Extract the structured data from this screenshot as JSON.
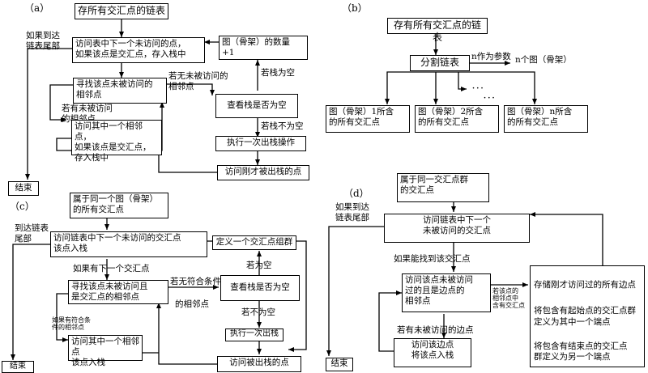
{
  "a": {
    "tag": "（a）",
    "start": "存所有交汇点的链表",
    "visit": "访问表中下一个未访问的点，\n如果该点是交汇点，存入栈中",
    "if_end": "如果到达\n链表尾部",
    "end": "结束",
    "find": "寻找该点未被访问的\n相邻点",
    "if_unvisited": "若有未被访问\n的相邻点",
    "visit_one": "访问其中一个相邻点，\n如果该点是交汇点，\n存入栈中",
    "if_no_unvisited": "若无未被访问的\n相邻点",
    "check_stack": "查看栈是否为空",
    "graph_count": "图（骨架）的数量\n+1",
    "if_empty": "若栈为空",
    "if_not_empty": "若栈不为空",
    "pop": "执行一次出栈操作",
    "visit_popped": "访问刚才被出栈的点"
  },
  "b": {
    "tag": "（b）",
    "top": "存有所有交汇点的链表",
    "split": "分割链表",
    "n_param": "n作为参数",
    "n_graphs": "n个图（骨架）",
    "dots": "．．．",
    "dots2": "．．．",
    "g1": "图（骨架）1所含\n的所有交汇点",
    "g2": "图（骨架）2所含\n的所有交汇点",
    "gn": "图（骨架）n所含\n的所有交汇点"
  },
  "c": {
    "tag": "（c）",
    "start": "属于同一个图（骨架）\n的所有交汇点",
    "if_end": "到达链表\n尾部",
    "end": "结束",
    "visit": "访问链表中下一个未访问的交汇点\n该点入栈",
    "define": "定义一个交汇点组群",
    "if_has_next": "如果有下一个交汇点",
    "find": "寻找该点未被访问且\n是交汇点的相邻点",
    "if_none": "若无符合条件",
    "adj": "的相邻点",
    "check": "查看栈是否为空",
    "if_empty": "若为空",
    "if_not_empty": "若不为空",
    "if_has": "如果有符合条\n件的相邻点",
    "visit_one": "访问其中一个相邻点\n该点入栈",
    "pop": "执行一次出栈",
    "visit_popped": "访问被出栈的点"
  },
  "d": {
    "tag": "（d）",
    "start": "属于同一交汇点群\n的交汇点",
    "if_end": "如果到达\n链表尾部",
    "end": "结束",
    "visit": "访问链表中下一个\n未被访问的交汇点",
    "if_found": "如果能找到该交汇点",
    "visit_edge": "访问该点未被访问\n过的且是边点的\n相邻点",
    "if_adj": "若该点的\n相邻点中\n含有交汇点",
    "if_unvisited": "若有未被访问的边点",
    "visit_point": "访问该边点\n将该点入栈",
    "store1": "存储刚才访问过的所有边点",
    "store2": "将包含有起始点的交汇点群\n定义为其中一个端点",
    "store3": "将包含有结束点的交汇点\n群定义为另一个端点"
  }
}
